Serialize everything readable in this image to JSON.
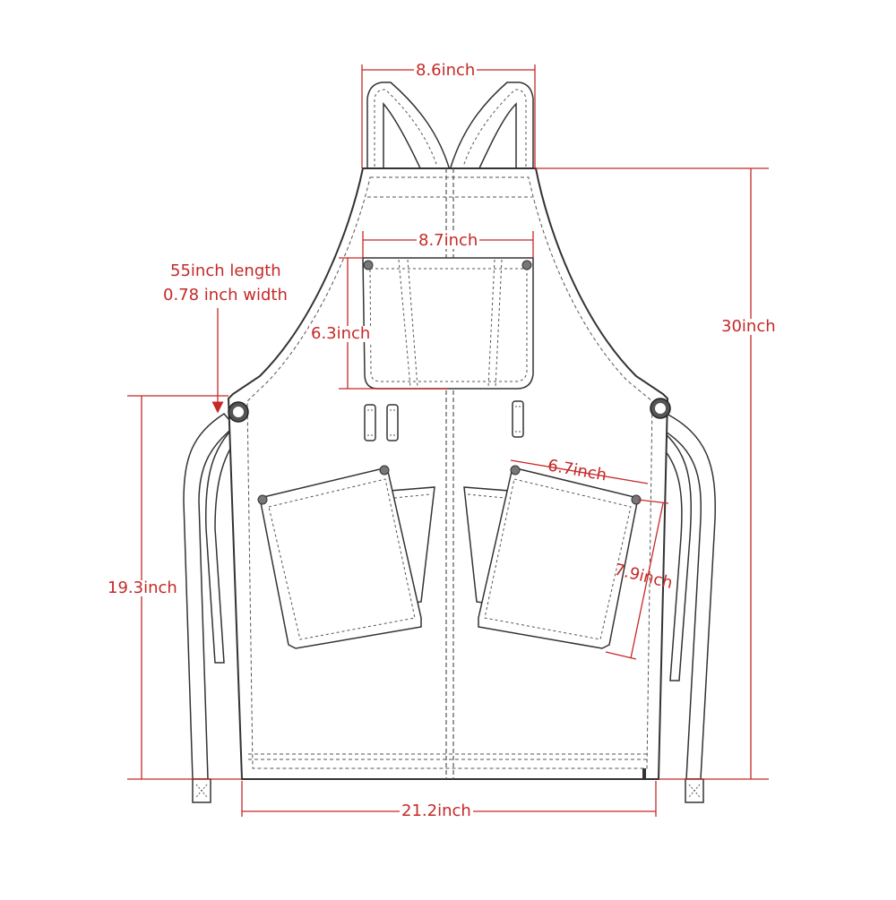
{
  "colors": {
    "outline": "#333333",
    "stitch": "#555555",
    "dimension": "#c62828",
    "background": "#ffffff"
  },
  "labels": {
    "strap_spacing": "8.6inch",
    "total_length": "30inch",
    "chest_pocket_width": "8.7inch",
    "chest_pocket_height": "6.3inch",
    "strap_length": "55inch length",
    "strap_width": "0.78 inch width",
    "side_length": "19.3inch",
    "side_pocket_width": "6.7inch",
    "side_pocket_height": "7.9inch",
    "bottom_width": "21.2inch"
  }
}
